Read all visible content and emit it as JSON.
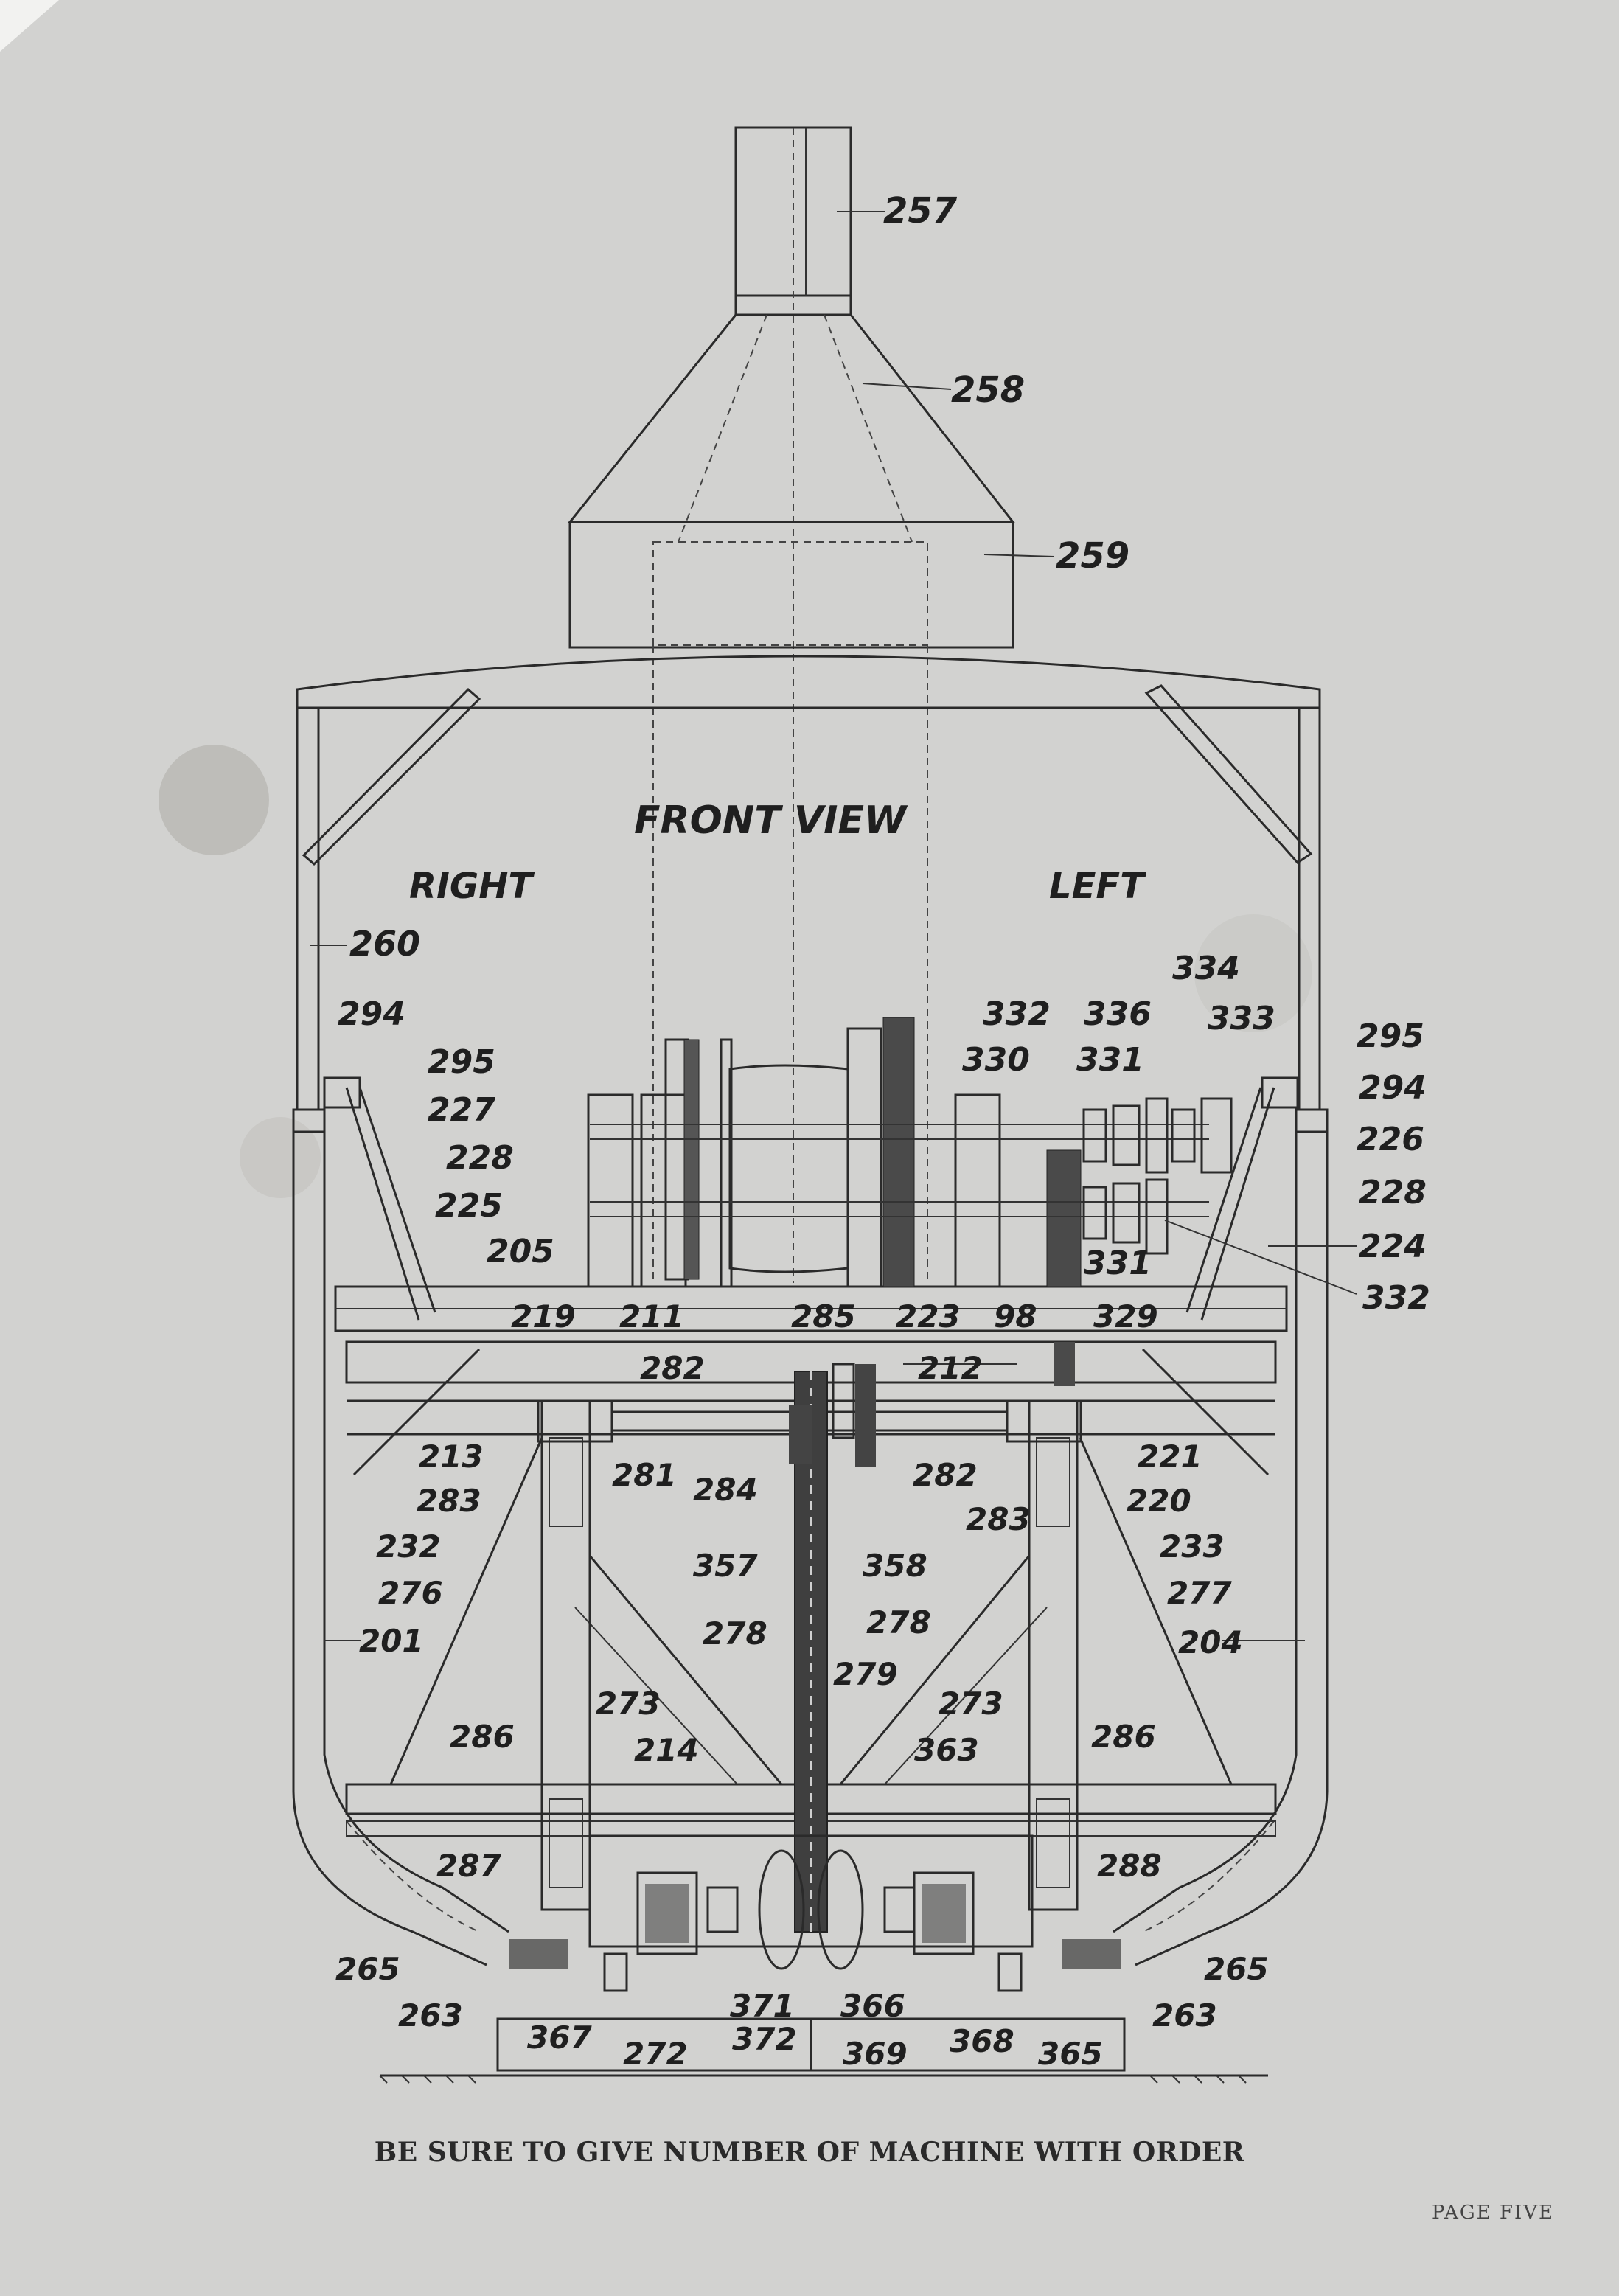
{
  "diagram": {
    "title": "FRONT VIEW",
    "side_labels": {
      "right": "RIGHT",
      "left": "LEFT"
    },
    "part_labels": [
      "257",
      "258",
      "259",
      "260",
      "294",
      "295",
      "227",
      "228",
      "225",
      "205",
      "219",
      "211",
      "285",
      "223",
      "98",
      "329",
      "282",
      "212",
      "213",
      "283",
      "281",
      "284",
      "282",
      "283",
      "221",
      "220",
      "232",
      "233",
      "276",
      "277",
      "357",
      "358",
      "278",
      "278",
      "201",
      "204",
      "273",
      "273",
      "279",
      "214",
      "363",
      "286",
      "286",
      "287",
      "288",
      "265",
      "265",
      "263",
      "263",
      "367",
      "272",
      "371",
      "372",
      "366",
      "369",
      "368",
      "365",
      "332",
      "336",
      "334",
      "333",
      "330",
      "331",
      "295",
      "294",
      "226",
      "228",
      "224",
      "332",
      "331"
    ]
  },
  "footer": {
    "note": "BE SURE TO GIVE NUMBER OF MACHINE WITH ORDER",
    "page": "PAGE FIVE"
  }
}
